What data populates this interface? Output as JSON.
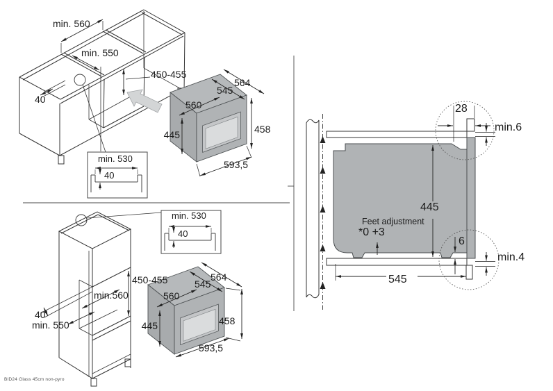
{
  "footer": {
    "model": "BID24 Glass 45cm non-pyro"
  },
  "colors": {
    "line": "#2f2f2f",
    "oven_gray": "#aeb1b3",
    "window_gray": "#d9dbdc",
    "arrow_gray": "#d3d5d6"
  },
  "base_cabinet": {
    "min_width": "min. 560",
    "min_depth": "min. 550",
    "niche_height": "450-455",
    "rail_width": "40",
    "recess": {
      "min_width": "min. 530",
      "depth": "40"
    },
    "oven": {
      "d564": "564",
      "d545": "545",
      "d560": "560",
      "d445": "445",
      "d458": "458",
      "d5935": "593,5"
    }
  },
  "tall_cabinet": {
    "niche_height": "450-455",
    "min_niche_width": "min.560",
    "rail_width": "40",
    "min_depth": "min. 550",
    "recess": {
      "min_width": "min. 530",
      "depth": "40"
    },
    "oven": {
      "d564": "564",
      "d545": "545",
      "d560": "560",
      "d445": "445",
      "d458": "458",
      "d5935": "593,5"
    }
  },
  "side_section": {
    "recess_28": "28",
    "top_clearance": "min.6",
    "height_445": "445",
    "depth_545": "545",
    "gap_6": "6",
    "bottom_clearance": "min.4",
    "feet_title": "Feet adjustment",
    "feet_value": "*0 +3"
  }
}
